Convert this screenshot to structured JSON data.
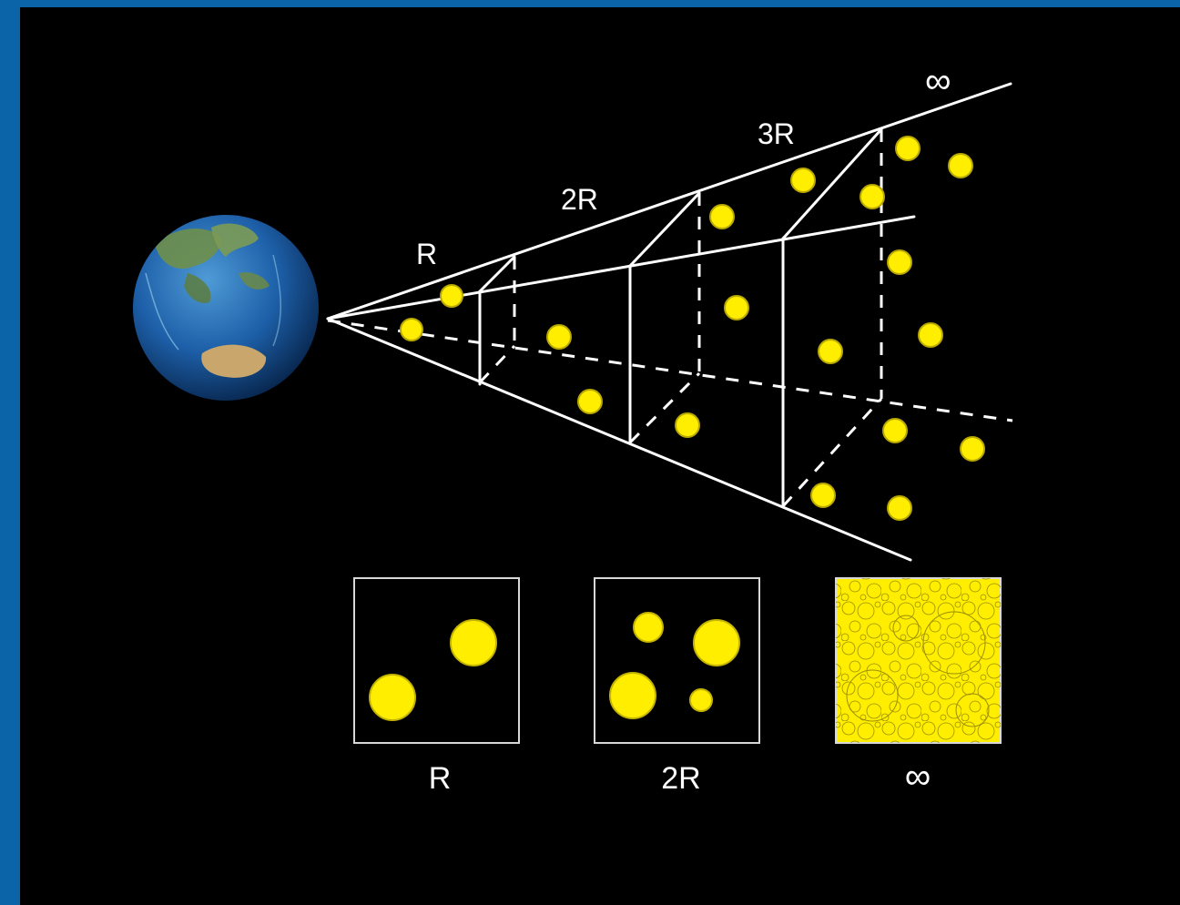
{
  "colors": {
    "frame": "#0b63a8",
    "background": "#000000",
    "line": "#ffffff",
    "star": "#ffee00",
    "star_outline": "#b8a800",
    "earth_ocean": "#1d5fa8",
    "earth_land": "#6f8f4a"
  },
  "cone": {
    "distance_labels": [
      "R",
      "2R",
      "3R",
      "∞"
    ]
  },
  "earth": {
    "icon": "earth-globe-icon"
  },
  "panels": [
    {
      "caption": "R",
      "stars_visible": 2
    },
    {
      "caption": "2R",
      "stars_visible": 4
    },
    {
      "caption": "∞",
      "filled": true
    }
  ]
}
